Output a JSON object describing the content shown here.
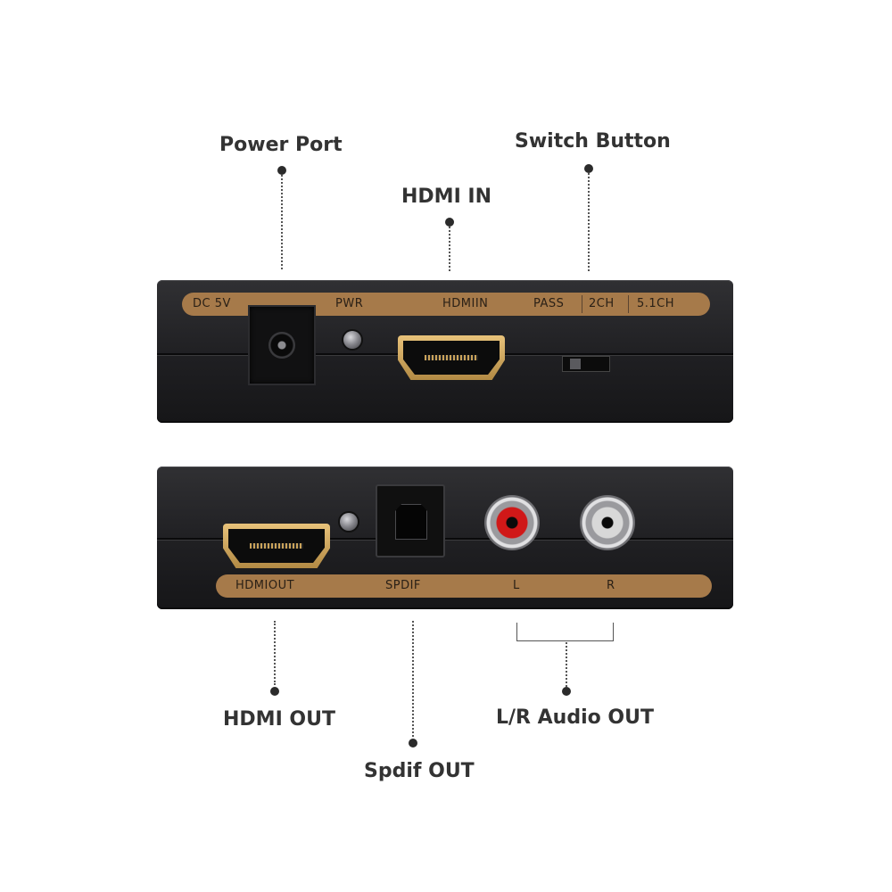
{
  "callouts": {
    "power_port": "Power Port",
    "switch_button": "Switch Button",
    "hdmi_in": "HDMI IN",
    "hdmi_out": "HDMI OUT",
    "spdif_out": "Spdif OUT",
    "lr_audio_out": "L/R Audio OUT"
  },
  "top_panel": {
    "labels": {
      "dc": "DC 5V",
      "pwr": "PWR",
      "hdmi_in": "HDMIIN",
      "pass": "PASS",
      "ch2": "2CH",
      "ch51": "5.1CH"
    }
  },
  "bottom_panel": {
    "labels": {
      "hdmi_out": "HDMIOUT",
      "spdif": "SPDIF",
      "left": "L",
      "right": "R"
    }
  },
  "colors": {
    "background": "#ffffff",
    "device_body": "#1f1f22",
    "label_strip": "#a67a4a",
    "hdmi_gold": "#d4ad62",
    "rca_left": "#d01818",
    "rca_right": "#d8d8d8"
  },
  "icons": {
    "leader_end": "dot",
    "lr_group": "bracket"
  }
}
